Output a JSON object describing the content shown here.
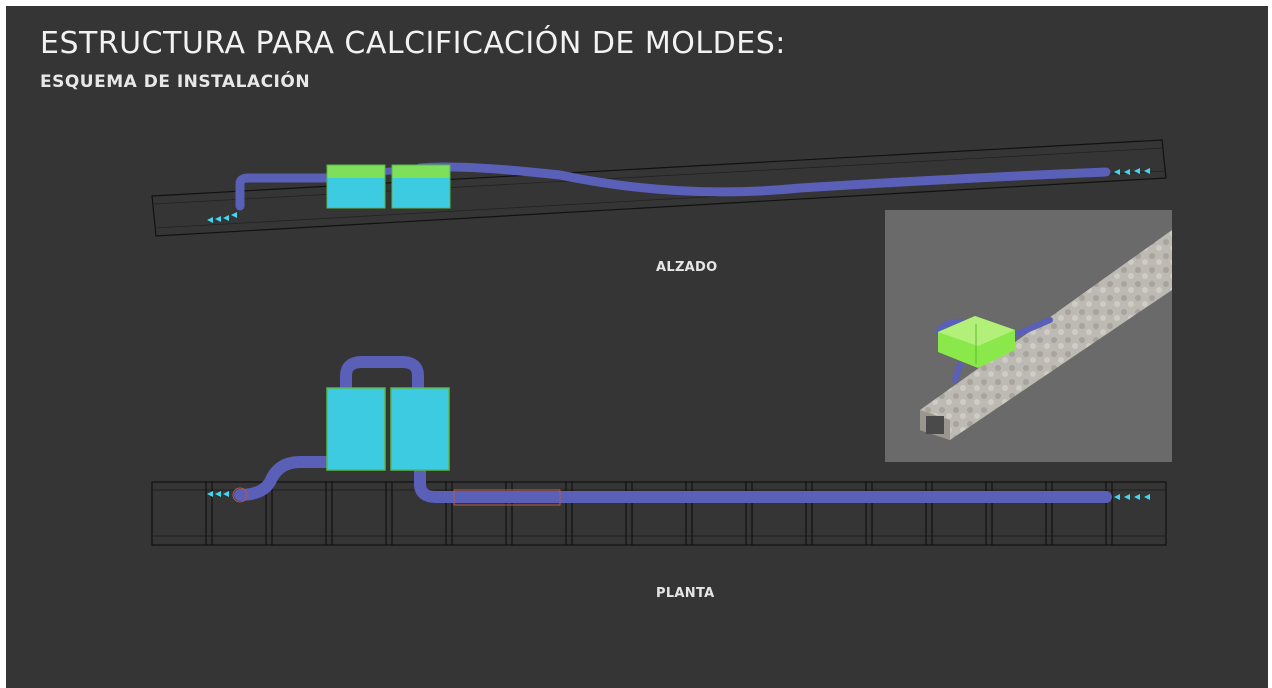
{
  "header": {
    "title": "ESTRUCTURA PARA CALCIFICACIÓN DE MOLDES:",
    "subtitle": "ESQUEMA DE INSTALACIÓN"
  },
  "views": {
    "elevation_label": "ALZADO",
    "plan_label": "PLANTA"
  },
  "colors": {
    "background": "#353535",
    "pipe": "#5a5fb8",
    "tank_fill": "#3ccbe0",
    "tank_lid": "#7ee05a",
    "flow_arrow": "#44d8f0",
    "render_panel": "#6a6a6a"
  }
}
